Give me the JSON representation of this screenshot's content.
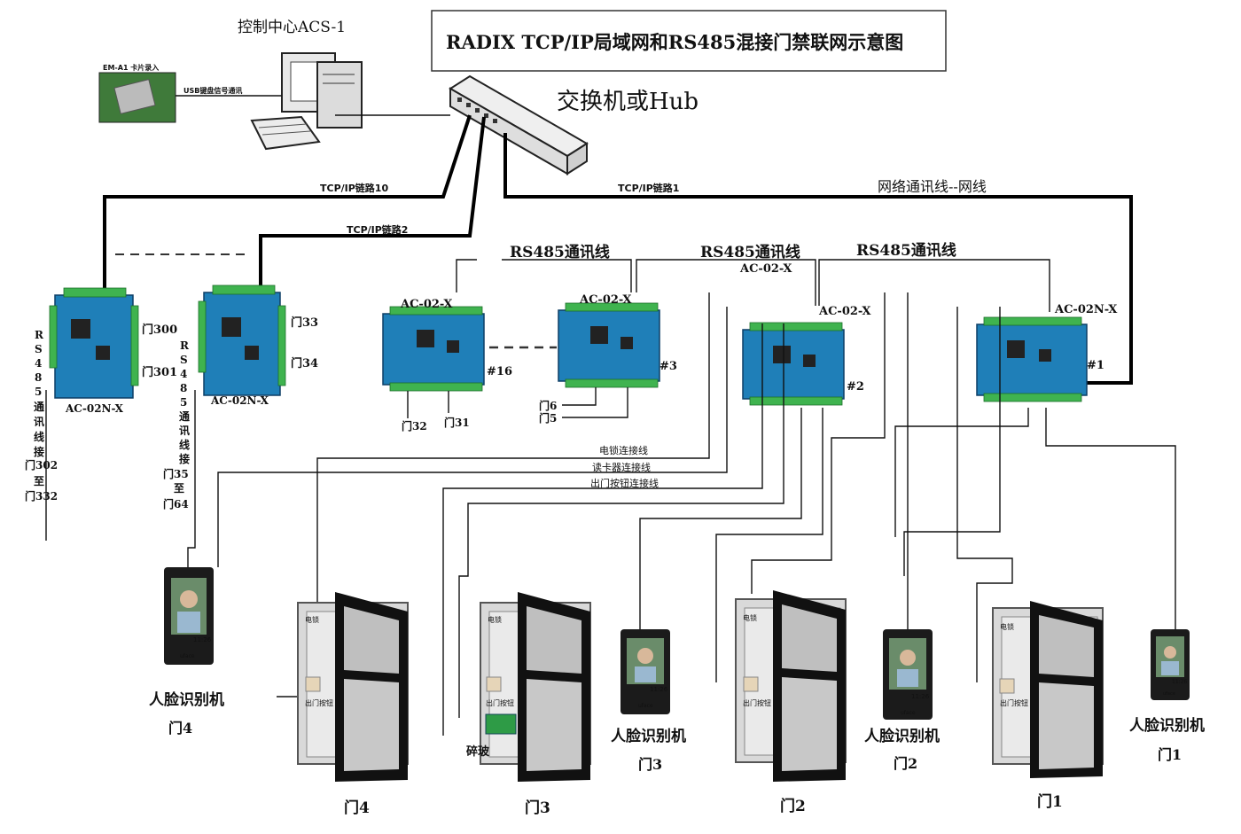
{
  "title": "RADIX    TCP/IP局域网和RS485混接门禁联网示意图",
  "control_center": "控制中心ACS-1",
  "reader_label": "EM-A1  卡片录入",
  "usb_label": "USB键盘信号通讯",
  "switch_label": "交换机或Hub",
  "network_line_label": "网络通讯线--网线",
  "links": {
    "link10": "TCP/IP链路10",
    "link2": "TCP/IP链路2",
    "link1": "TCP/IP链路1"
  },
  "rs485_labels": [
    "RS485通讯线",
    "RS485通讯线",
    "RS485通讯线"
  ],
  "controllers": {
    "c1": {
      "model": "AC-02N-X",
      "door_a": "门300",
      "door_b": "门301"
    },
    "c2": {
      "model": "AC-02N-X",
      "door_a": "门33",
      "door_b": "门34"
    },
    "c16": {
      "model": "AC-02-X",
      "num": "#16",
      "door_a": "门32",
      "door_b": "门31"
    },
    "c3": {
      "model": "AC-02-X",
      "num": "#3",
      "door_a": "门6",
      "door_b": "门5"
    },
    "c2b": {
      "model": "AC-02-X",
      "model_top": "AC-02-X",
      "num": "#2"
    },
    "c1b": {
      "model": "AC-02N-X",
      "num": "#1"
    }
  },
  "vertical_labels": {
    "left": [
      "R",
      "S",
      "4",
      "8",
      "5",
      "通",
      "讯",
      "线",
      "接",
      "门302",
      "至",
      "门332"
    ],
    "right": [
      "R",
      "S",
      "4",
      "8",
      "5",
      "通",
      "讯",
      "线",
      "接",
      "门35",
      "至",
      "门64"
    ]
  },
  "wire_labels": {
    "lock": "电锁连接线",
    "reader": "读卡器连接线",
    "exit": "出门按钮连接线"
  },
  "face_reader": {
    "label": "人脸识别机",
    "time": "11:26",
    "brand": "uface"
  },
  "door_panel": {
    "lock": "电锁",
    "button": "出门按钮"
  },
  "face_doors": [
    "门4",
    "门3",
    "门2",
    "门1"
  ],
  "doors": [
    "门4",
    "门3",
    "门2",
    "门1"
  ],
  "glass_break": "碎玻"
}
